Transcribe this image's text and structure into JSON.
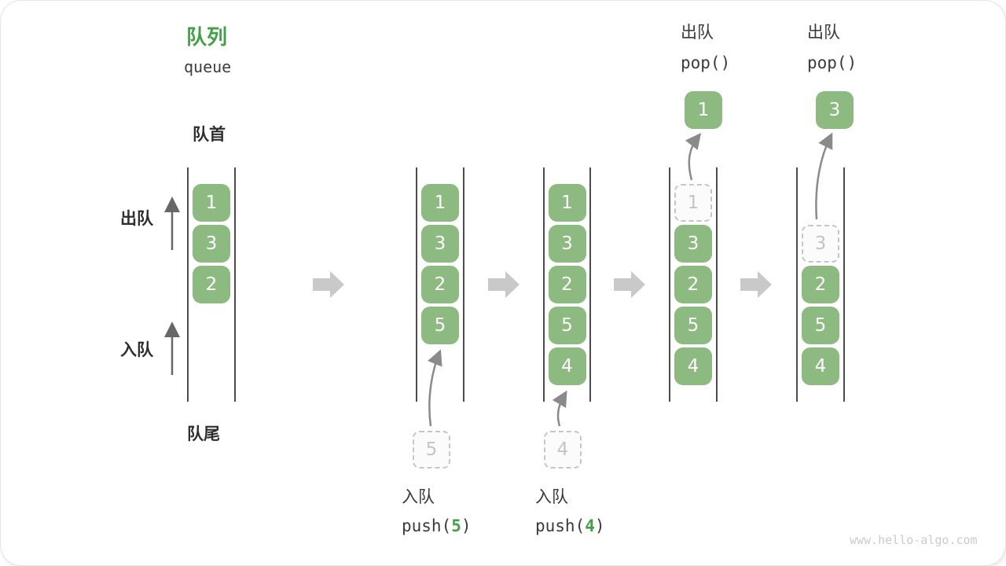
{
  "title": {
    "zh": "队列",
    "en": "queue"
  },
  "side_labels": {
    "front": "队首",
    "rear": "队尾",
    "dequeue": "出队",
    "enqueue": "入队"
  },
  "watermark": "www.hello-algo.com",
  "colors": {
    "block_green": "#8cba80",
    "accent_green": "#43a047",
    "transition_arrow_gray": "#c9c9c9",
    "queue_line_dark": "#4c4c4c",
    "curved_arrow_gray": "#8a8a8a",
    "dashed_border_gray": "#c6c6c6",
    "text_dark": "#3a3a3a",
    "light_text_gray": "#c4c4c4"
  },
  "states": [
    {
      "name": "initial",
      "cells": [
        {
          "slot": 0,
          "value": "1",
          "type": "filled"
        },
        {
          "slot": 1,
          "value": "3",
          "type": "filled"
        },
        {
          "slot": 2,
          "value": "2",
          "type": "filled"
        }
      ]
    },
    {
      "name": "after-push-5",
      "cells": [
        {
          "slot": 0,
          "value": "1",
          "type": "filled"
        },
        {
          "slot": 1,
          "value": "3",
          "type": "filled"
        },
        {
          "slot": 2,
          "value": "2",
          "type": "filled"
        },
        {
          "slot": 3,
          "value": "5",
          "type": "filled"
        }
      ],
      "enqueue_box": {
        "value": "5"
      },
      "bottom_label": {
        "zh": "入队",
        "code_pre": "push(",
        "arg": "5",
        "code_post": ")"
      }
    },
    {
      "name": "after-push-4",
      "cells": [
        {
          "slot": 0,
          "value": "1",
          "type": "filled"
        },
        {
          "slot": 1,
          "value": "3",
          "type": "filled"
        },
        {
          "slot": 2,
          "value": "2",
          "type": "filled"
        },
        {
          "slot": 3,
          "value": "5",
          "type": "filled"
        },
        {
          "slot": 4,
          "value": "4",
          "type": "filled"
        }
      ],
      "enqueue_box": {
        "value": "4"
      },
      "bottom_label": {
        "zh": "入队",
        "code_pre": "push(",
        "arg": "4",
        "code_post": ")"
      }
    },
    {
      "name": "after-pop-1",
      "cells": [
        {
          "slot": 0,
          "value": "1",
          "type": "dashed"
        },
        {
          "slot": 1,
          "value": "3",
          "type": "filled"
        },
        {
          "slot": 2,
          "value": "2",
          "type": "filled"
        },
        {
          "slot": 3,
          "value": "5",
          "type": "filled"
        },
        {
          "slot": 4,
          "value": "4",
          "type": "filled"
        }
      ],
      "popped": {
        "value": "1"
      },
      "top_label": {
        "zh": "出队",
        "code": "pop()"
      }
    },
    {
      "name": "after-pop-3",
      "cells": [
        {
          "slot": 1,
          "value": "3",
          "type": "dashed"
        },
        {
          "slot": 2,
          "value": "2",
          "type": "filled"
        },
        {
          "slot": 3,
          "value": "5",
          "type": "filled"
        },
        {
          "slot": 4,
          "value": "4",
          "type": "filled"
        }
      ],
      "popped": {
        "value": "3"
      },
      "top_label": {
        "zh": "出队",
        "code": "pop()"
      }
    }
  ]
}
